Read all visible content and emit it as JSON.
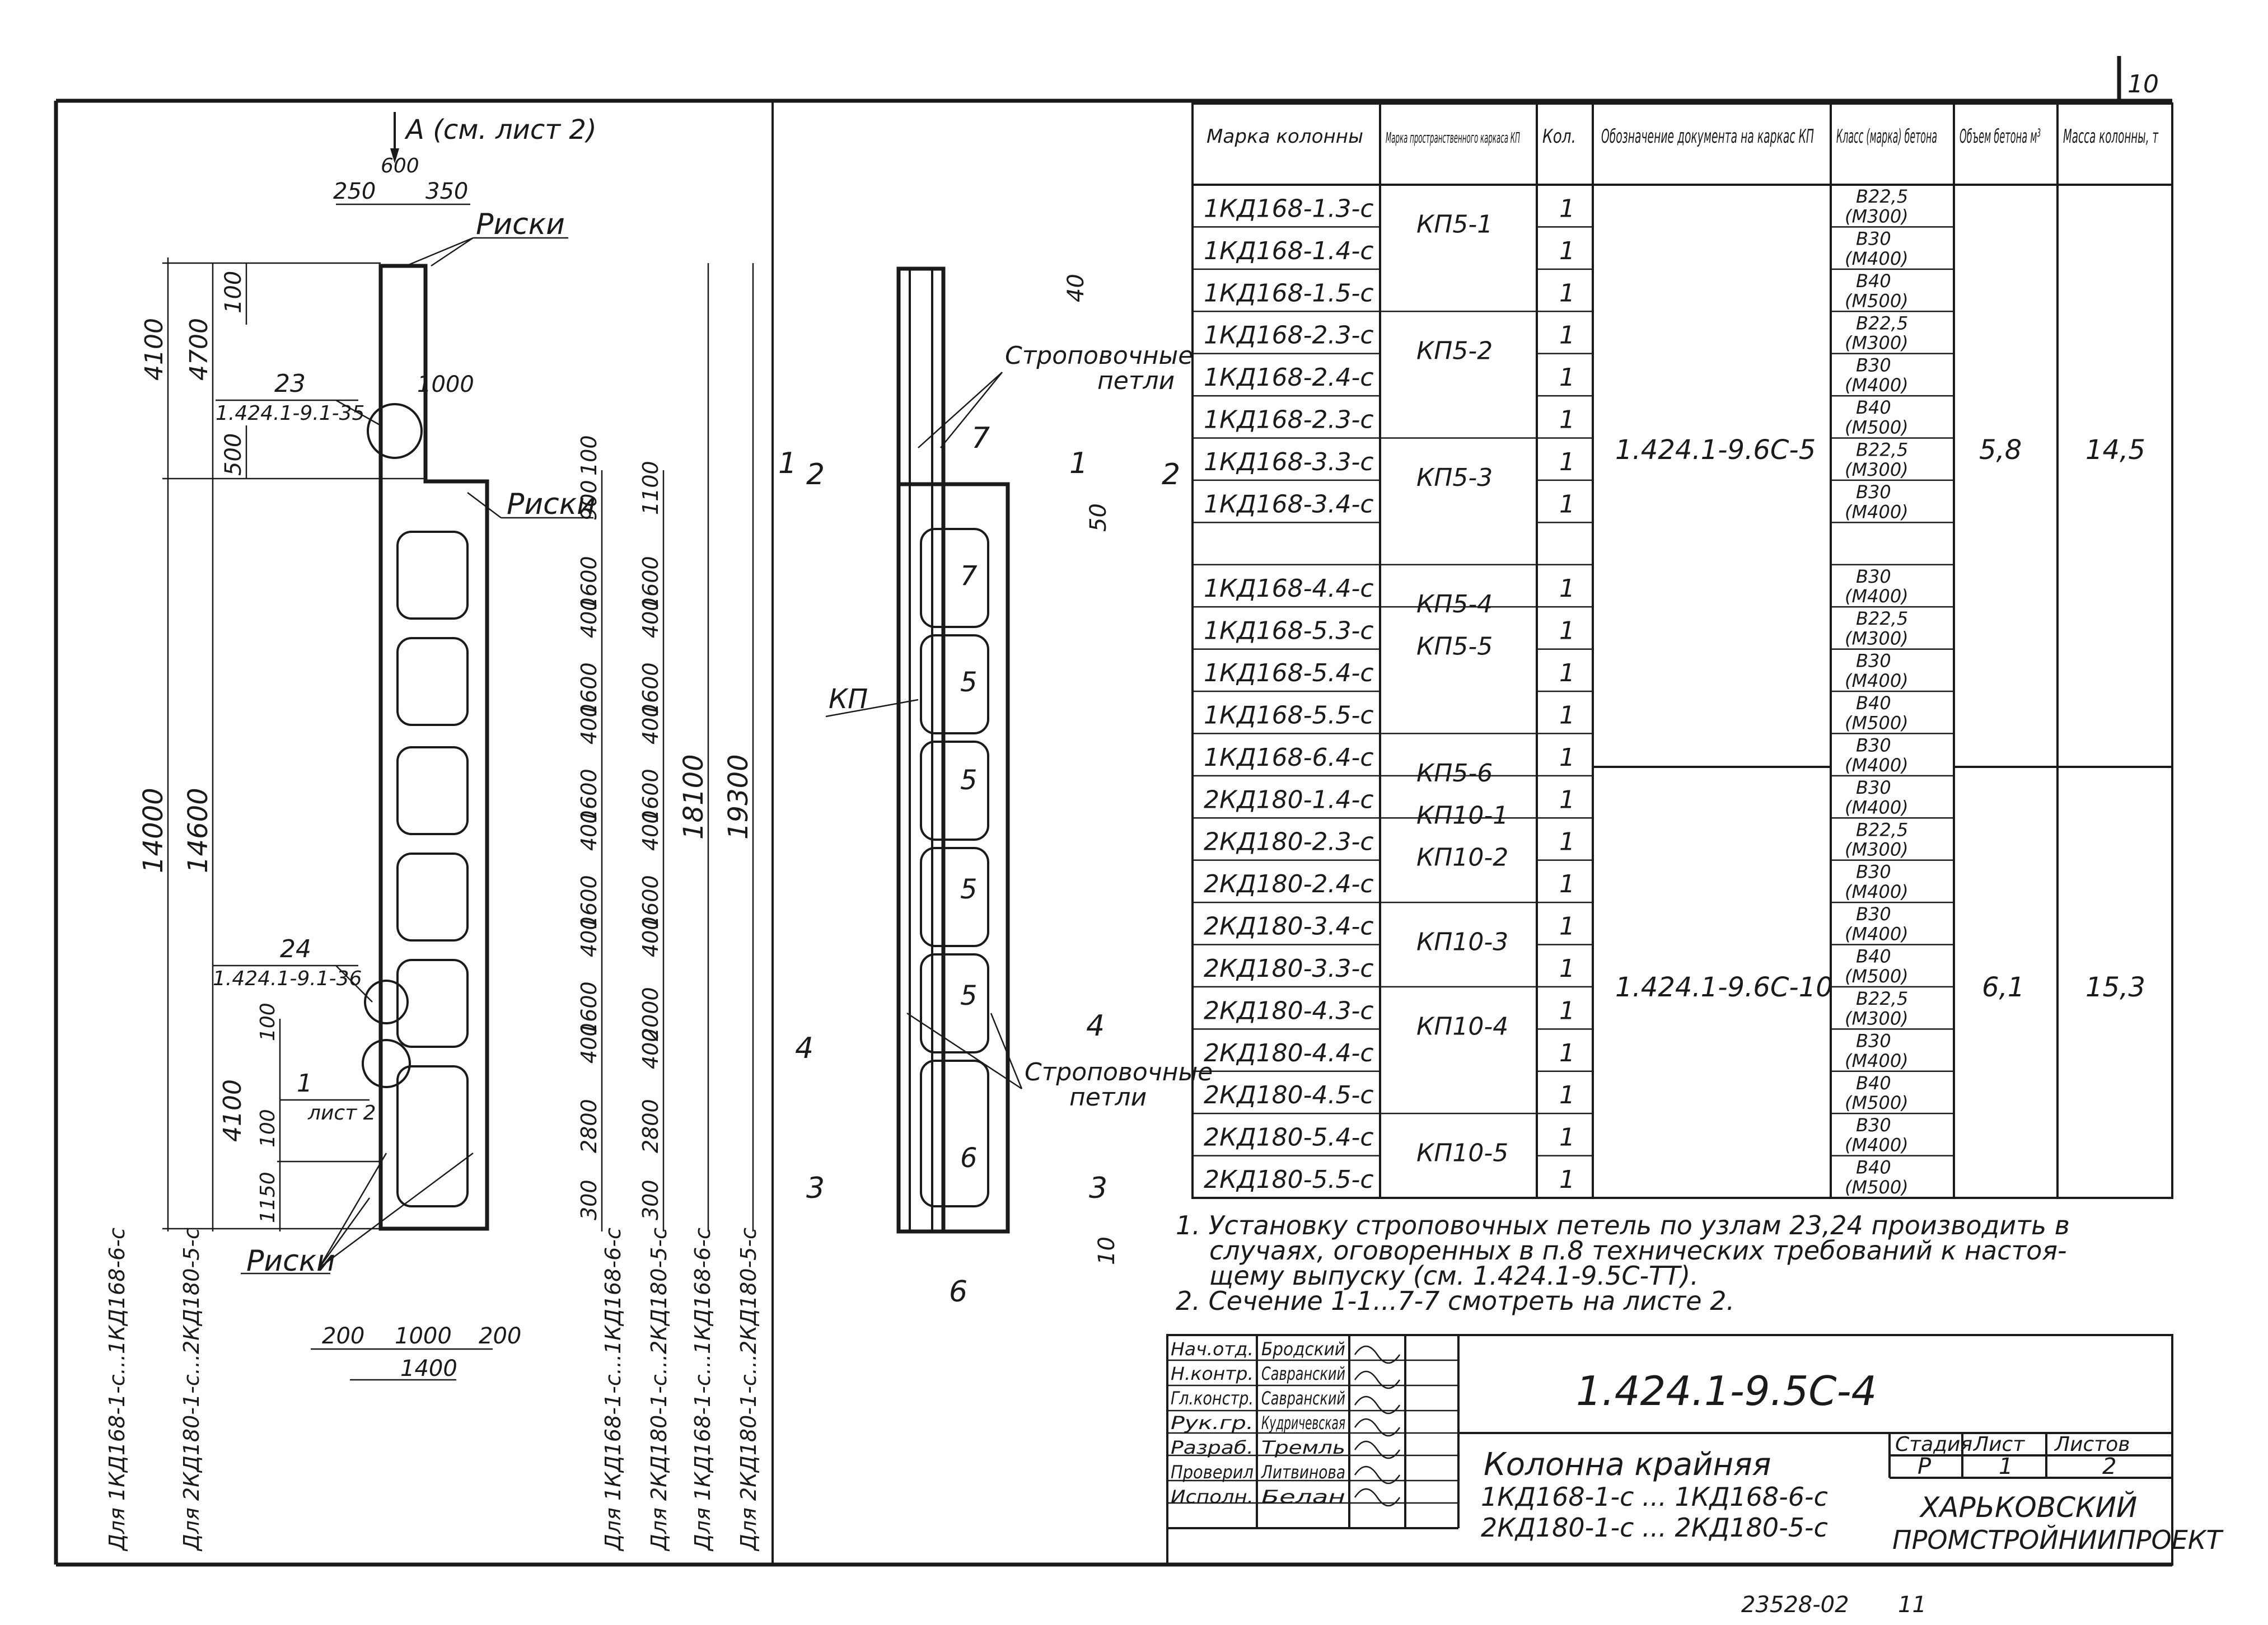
{
  "sheet_number": "10",
  "footer": {
    "archive": "23528-02",
    "page": "11"
  },
  "elevation": {
    "view_label": "А (см. лист 2)",
    "top_dims": [
      "600",
      "250",
      "350"
    ],
    "marks_label": "Риски",
    "node23": {
      "number": "23",
      "ref": "1.424.1-9.1-35"
    },
    "node24": {
      "number": "24",
      "ref": "1.424.1-9.1-36"
    },
    "node1": {
      "number": "1",
      "ref": "лист 2"
    },
    "dims_left": [
      "4100",
      "4700",
      "100",
      "500",
      "14000",
      "14600",
      "4100",
      "100",
      "100",
      "1150"
    ],
    "dim_1000": "1000",
    "dims_right_a": [
      "100",
      "900",
      "1600",
      "400",
      "1600",
      "400",
      "1600",
      "400",
      "1600",
      "400",
      "1600",
      "400",
      "2800",
      "300"
    ],
    "dims_right_b": [
      "1100",
      "1600",
      "400",
      "1600",
      "400",
      "1600",
      "400",
      "1600",
      "400",
      "2000",
      "400",
      "2800",
      "300"
    ],
    "dims_overall": [
      "18100",
      "19300"
    ],
    "dims_bottom": [
      "200",
      "1000",
      "200",
      "1400"
    ],
    "applicability": [
      "Для 1КД168-1-с...1КД168-6-с",
      "Для 2КД180-1-с...2КД180-5-с",
      "Для 1КД168-1-с...1КД168-6-с",
      "Для 2КД180-1-с...2КД180-5-с",
      "Для 1КД168-1-с...1КД168-6-с",
      "Для 2КД180-1-с...2КД180-5-с"
    ]
  },
  "section": {
    "dim_40": "40",
    "dim_50": "50",
    "dim_10": "10",
    "loops_label": [
      "Строповочные",
      "петли"
    ],
    "kp_label": "КП",
    "cut_marks": [
      "1",
      "2",
      "3",
      "4",
      "6",
      "7"
    ],
    "node_marks": [
      "7",
      "5",
      "5",
      "5",
      "5",
      "6"
    ]
  },
  "table": {
    "headers": [
      "Марка колонны",
      "Марка пространственного каркаса КП",
      "Кол.",
      "Обозначение документа на каркас КП",
      "Класс (марка) бетона",
      "Объем бетона м³",
      "Масса колонны, т"
    ],
    "rows": [
      {
        "mark": "1КД168-1.3-с",
        "kp": "КП5-1",
        "qty": "1",
        "cls": "В22,5",
        "grade": "(М300)"
      },
      {
        "mark": "1КД168-1.4-с",
        "kp": "",
        "qty": "1",
        "cls": "В30",
        "grade": "(М400)"
      },
      {
        "mark": "1КД168-1.5-с",
        "kp": "",
        "qty": "1",
        "cls": "В40",
        "grade": "(М500)"
      },
      {
        "mark": "1КД168-2.3-с",
        "kp": "КП5-2",
        "qty": "1",
        "cls": "В22,5",
        "grade": "(М300)"
      },
      {
        "mark": "1КД168-2.4-с",
        "kp": "",
        "qty": "1",
        "cls": "В30",
        "grade": "(М400)"
      },
      {
        "mark": "1КД168-2.3-с",
        "kp": "",
        "qty": "1",
        "cls": "В40",
        "grade": "(М500)"
      },
      {
        "mark": "1КД168-3.3-с",
        "kp": "КП5-3",
        "qty": "1",
        "cls": "В22,5",
        "grade": "(М300)"
      },
      {
        "mark": "1КД168-3.4-с",
        "kp": "",
        "qty": "1",
        "cls": "В30",
        "grade": "(М400)"
      },
      {
        "mark": "",
        "kp": "",
        "qty": "",
        "cls": "",
        "grade": ""
      },
      {
        "mark": "1КД168-4.4-с",
        "kp": "КП5-4",
        "qty": "1",
        "cls": "В30",
        "grade": "(М400)"
      },
      {
        "mark": "1КД168-5.3-с",
        "kp": "КП5-5",
        "qty": "1",
        "cls": "В22,5",
        "grade": "(М300)"
      },
      {
        "mark": "1КД168-5.4-с",
        "kp": "",
        "qty": "1",
        "cls": "В30",
        "grade": "(М400)"
      },
      {
        "mark": "1КД168-5.5-с",
        "kp": "",
        "qty": "1",
        "cls": "В40",
        "grade": "(М500)"
      },
      {
        "mark": "1КД168-6.4-с",
        "kp": "КП5-6",
        "qty": "1",
        "cls": "В30",
        "grade": "(М400)"
      },
      {
        "mark": "2КД180-1.4-с",
        "kp": "КП10-1",
        "qty": "1",
        "cls": "В30",
        "grade": "(М400)"
      },
      {
        "mark": "2КД180-2.3-с",
        "kp": "КП10-2",
        "qty": "1",
        "cls": "В22,5",
        "grade": "(М300)"
      },
      {
        "mark": "2КД180-2.4-с",
        "kp": "",
        "qty": "1",
        "cls": "В30",
        "grade": "(М400)"
      },
      {
        "mark": "2КД180-3.4-с",
        "kp": "КП10-3",
        "qty": "1",
        "cls": "В30",
        "grade": "(М400)"
      },
      {
        "mark": "2КД180-3.3-с",
        "kp": "",
        "qty": "1",
        "cls": "В40",
        "grade": "(М500)"
      },
      {
        "mark": "2КД180-4.3-с",
        "kp": "КП10-4",
        "qty": "1",
        "cls": "В22,5",
        "grade": "(М300)"
      },
      {
        "mark": "2КД180-4.4-с",
        "kp": "",
        "qty": "1",
        "cls": "В30",
        "grade": "(М400)"
      },
      {
        "mark": "2КД180-4.5-с",
        "kp": "",
        "qty": "1",
        "cls": "В40",
        "grade": "(М500)"
      },
      {
        "mark": "2КД180-5.4-с",
        "kp": "КП10-5",
        "qty": "1",
        "cls": "В30",
        "grade": "(М400)"
      },
      {
        "mark": "2КД180-5.5-с",
        "kp": "",
        "qty": "1",
        "cls": "В40",
        "grade": "(М500)"
      }
    ],
    "group1": {
      "doc": "1.424.1-9.6С-5",
      "volume": "5,8",
      "mass": "14,5"
    },
    "group2": {
      "doc": "1.424.1-9.6С-10",
      "volume": "6,1",
      "mass": "15,3"
    }
  },
  "notes": [
    "1. Установку строповочных петель по узлам 23,24 производить в",
    "случаях, оговоренных в п.8 технических требований к настоя-",
    "щему выпуску (см. 1.424.1-9.5С-ТТ).",
    "2. Сечение 1-1...7-7 смотреть на листе 2."
  ],
  "title_block": {
    "roles": [
      "Нач.отд.",
      "Н.контр.",
      "Гл.констр.",
      "Рук.гр.",
      "Разраб.",
      "Проверил",
      "Исполн."
    ],
    "names": [
      "Бродский",
      "Савранский",
      "Савранский",
      "Кудричевская",
      "Тремль",
      "Литвинова",
      "Белан"
    ],
    "code": "1.424.1-9.5С-4",
    "title": "Колонна крайняя",
    "subtitle1": "1КД168-1-с ... 1КД168-6-с",
    "subtitle2": "2КД180-1-с ... 2КД180-5-с",
    "stage_headers": [
      "Стадия",
      "Лист",
      "Листов"
    ],
    "stage_values": [
      "Р",
      "1",
      "2"
    ],
    "org": [
      "ХАРЬКОВСКИЙ",
      "ПРОМСТРОЙНИИПРОЕКТ"
    ]
  }
}
